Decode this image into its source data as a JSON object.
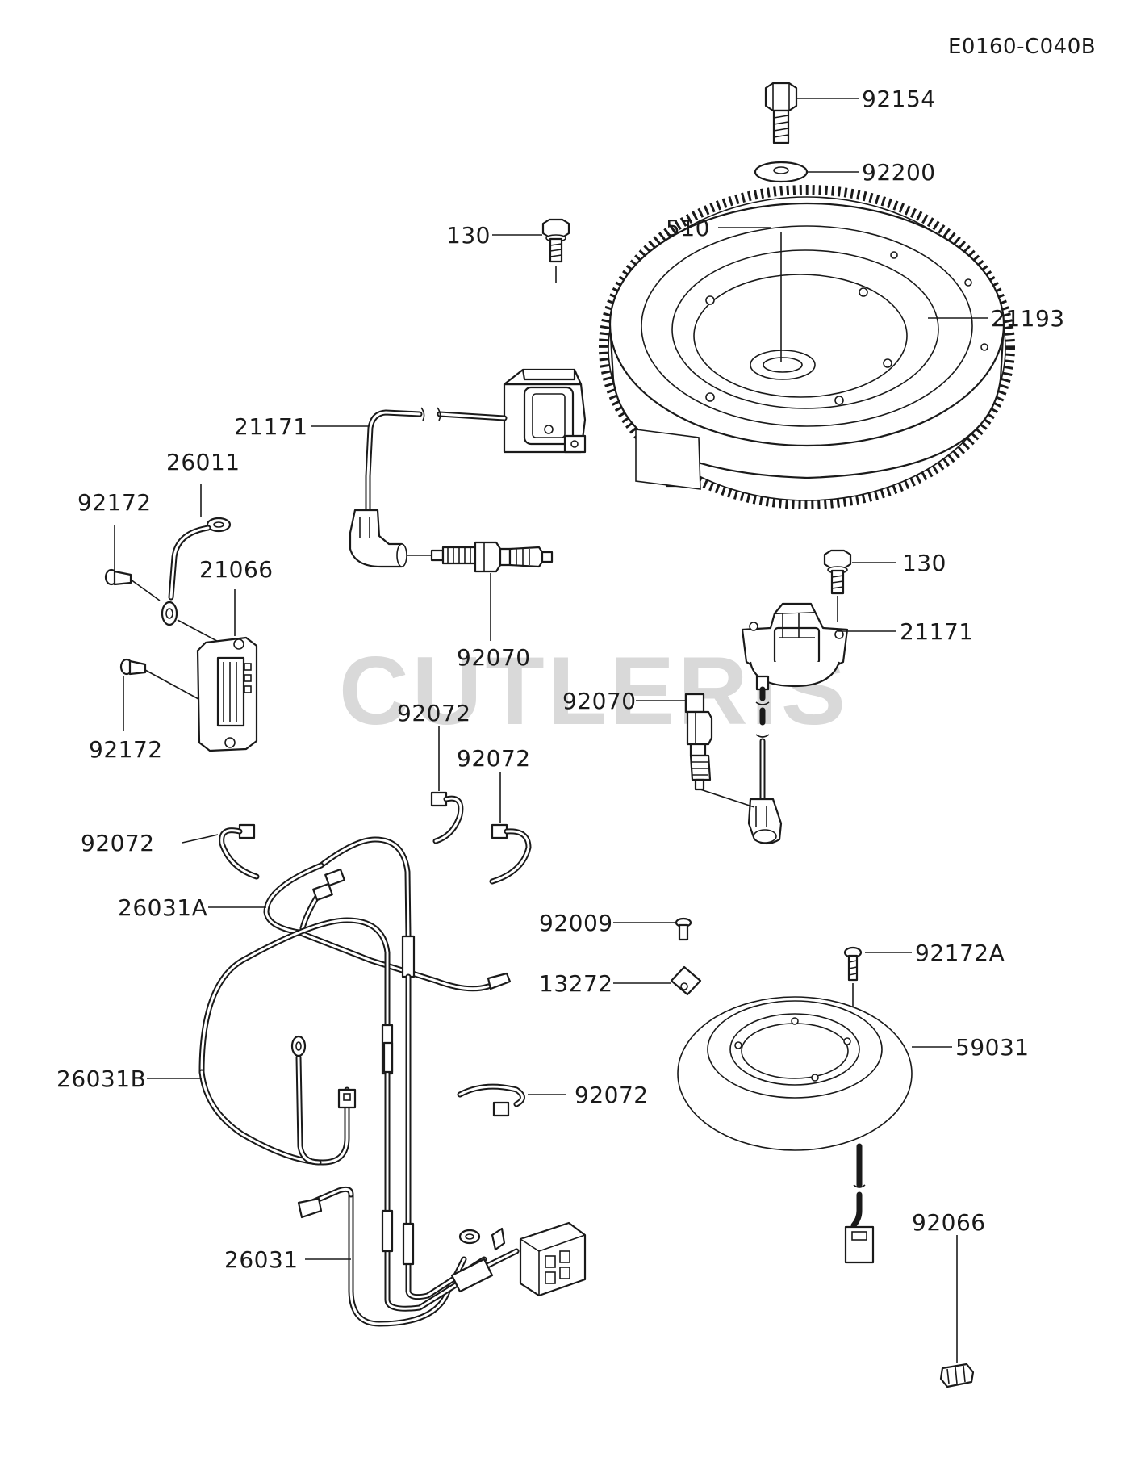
{
  "diagram_code": "E0160-C040B",
  "watermark": "CUTLERIS",
  "labels": {
    "p92154": "92154",
    "p92200": "92200",
    "p510": "510",
    "p21193": "21193",
    "p130_top": "130",
    "p21171_top": "21171",
    "p26011": "26011",
    "p92172_top": "92172",
    "p21066": "21066",
    "p92070_top": "92070",
    "p92172_bottom": "92172",
    "p130_right": "130",
    "p21171_right": "21171",
    "p92070_right": "92070",
    "p92072_a": "92072",
    "p92072_b": "92072",
    "p92072_c": "92072",
    "p26031A": "26031A",
    "p92009": "92009",
    "p13272": "13272",
    "p92172A": "92172A",
    "p59031": "59031",
    "p26031B": "26031B",
    "p92072_d": "92072",
    "p92066": "92066",
    "p26031": "26031"
  }
}
